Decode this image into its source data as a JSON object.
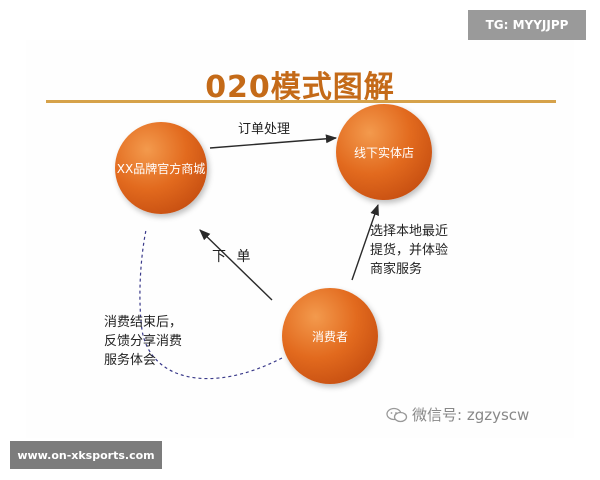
{
  "watermark_top": "TG: MYYJJPP",
  "title": "020模式图解",
  "nodes": {
    "mall": "XX品牌官方商城",
    "store": "线下实体店",
    "consumer": "消费者"
  },
  "edges": {
    "order_processing": "订单处理",
    "place_order": "下 单",
    "select_store": [
      "选择本地最近",
      "提货，并体验",
      "商家服务"
    ],
    "feedback": [
      "消费结束后，",
      "反馈分享消费",
      "服务体会"
    ]
  },
  "wechat": {
    "icon": "wechat-icon",
    "text": "微信号: zgzyscw"
  },
  "watermark_bottom": "www.on-xksports.com",
  "colors": {
    "node": "#e26a1e",
    "title": "#c46a18",
    "rule": "#d6a24a"
  }
}
